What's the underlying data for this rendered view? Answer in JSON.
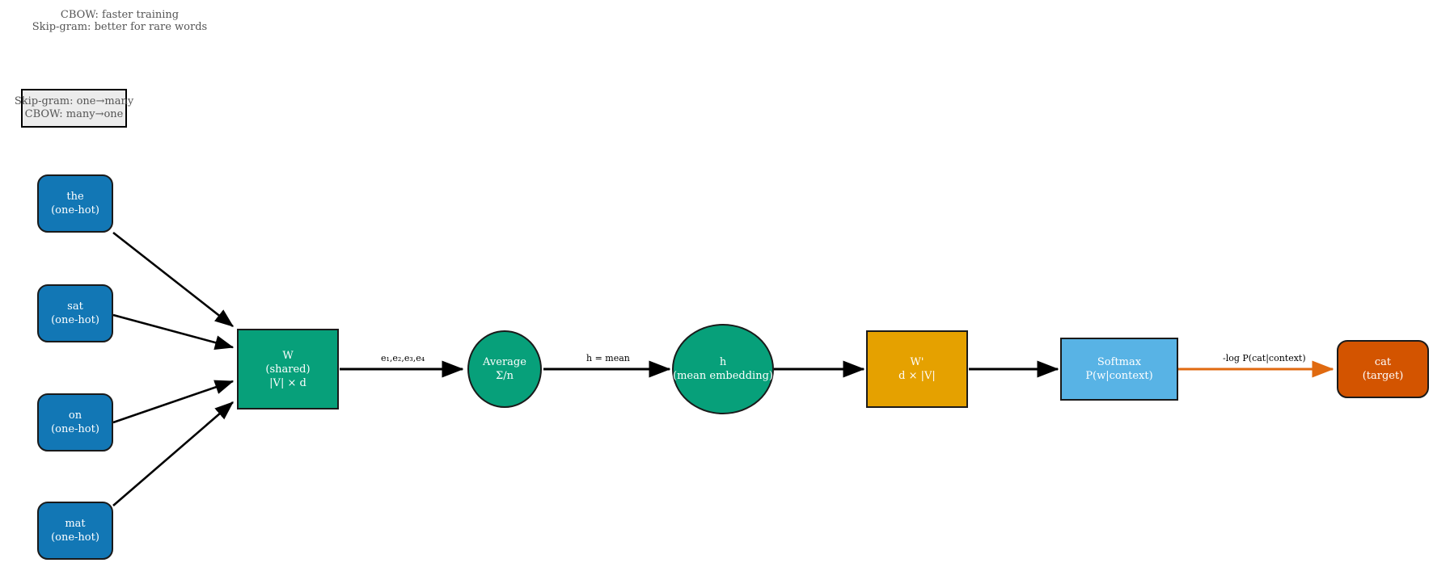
{
  "annotations": {
    "top_note": "CBOW: faster training\nSkip-gram: better for rare words",
    "legend": "Skip-gram: one→many\nCBOW: many→one"
  },
  "inputs": [
    {
      "word": "the",
      "sub": "(one-hot)"
    },
    {
      "word": "sat",
      "sub": "(one-hot)"
    },
    {
      "word": "on",
      "sub": "(one-hot)"
    },
    {
      "word": "mat",
      "sub": "(one-hot)"
    }
  ],
  "nodes": {
    "w_matrix": {
      "l1": "W",
      "l2": "(shared)",
      "l3": "|V| × d"
    },
    "average": {
      "l1": "Average",
      "l2": "Σ/n",
      "l3": ""
    },
    "hidden": {
      "l1": "h",
      "l2": "(mean embedding)",
      "l3": ""
    },
    "w_prime": {
      "l1": "W'",
      "l2": "d × |V|",
      "l3": ""
    },
    "softmax": {
      "l1": "Softmax",
      "l2": "P(w|context)",
      "l3": ""
    },
    "target": {
      "l1": "cat",
      "l2": "(target)",
      "l3": ""
    }
  },
  "edge_labels": {
    "embeddings": "e₁,e₂,e₃,e₄",
    "mean": "h = mean",
    "loss": "-log P(cat|context)"
  },
  "colors": {
    "input_blue": "#1277b5",
    "green": "#07a07a",
    "amber": "#e5a100",
    "light_blue": "#58b3e5",
    "orange": "#d35400",
    "edge_orange": "#e06a10",
    "stroke": "#1a1a1a",
    "legend_bg": "#ececec",
    "note_text": "#555555"
  }
}
